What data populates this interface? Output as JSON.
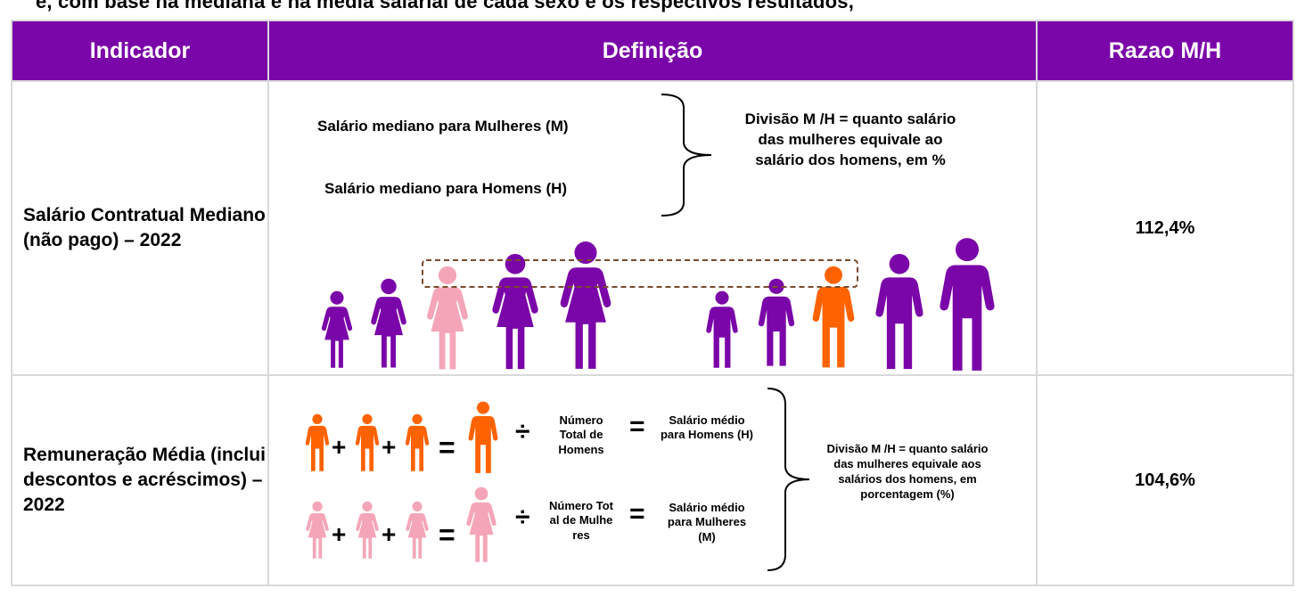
{
  "top_strip_text": "e, com base na mediana e na média salarial de cada sexo e os respectivos resultados,",
  "table": {
    "headers": {
      "indicator": "Indicador",
      "definition": "Definição",
      "ratio": "Razao M/H"
    },
    "rows": [
      {
        "indicator": "Salário Contratual Mediano (não pago) – 2022",
        "definition": {
          "women_label": "Salário mediano para Mulheres (M)",
          "men_label": "Salário mediano para Homens (H)",
          "division_text": "Divisão M /H = quanto salário das mulheres equivale ao salário dos homens, em %"
        },
        "ratio": "112,4%"
      },
      {
        "indicator": "Remuneração Média (inclui descontos e acréscimos) – 2022",
        "definition": {
          "men_total": "Número Total de Homens",
          "men_avg": "Salário médio para Homens (H)",
          "women_total": "Número Total de Mulheres",
          "women_avg": "Salário médio para Mulheres (M)",
          "division_text": "Divisão M /H = quanto salário das mulheres equivale aos salários dos homens, em porcentagem (%)",
          "plus_sign": "+",
          "equals_sign": "=",
          "divide_sign": "÷"
        },
        "ratio": "104,6%"
      }
    ]
  },
  "colors": {
    "header_bg": "#7a05a8",
    "purple_figure": "#7a05a8",
    "pink_figure": "#f4a6b8",
    "orange_figure": "#ff6200",
    "dashed_box": "#7b4a2a"
  },
  "icons": [
    "woman-figure-icon",
    "man-figure-icon",
    "curly-brace-icon"
  ]
}
